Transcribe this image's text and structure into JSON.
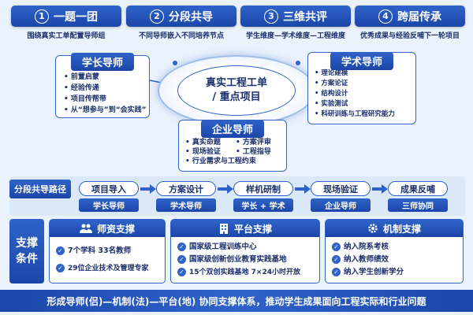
{
  "pillars": [
    {
      "num": "1",
      "title": "一题一团",
      "desc": "围绕真实工单配置导师组"
    },
    {
      "num": "2",
      "title": "分段共导",
      "desc": "不同导师嵌入不同培养节点"
    },
    {
      "num": "3",
      "title": "三维共评",
      "desc": "学生维度—学术维度—工程维度"
    },
    {
      "num": "4",
      "title": "跨届传承",
      "desc": "优秀成果与经验反哺下一轮项目"
    }
  ],
  "center": {
    "line1": "真实工程工单",
    "line2": "/ 重点项目"
  },
  "senior_mentor": {
    "title": "学长导师",
    "items": [
      "前置启蒙",
      "经验传递",
      "项目传帮带",
      "从“想参与”到“会实践”"
    ]
  },
  "academic_mentor": {
    "title": "学术导师",
    "items": [
      "理论建模",
      "方案论证",
      "结构设计",
      "实验测试",
      "科研训练与工程研究能力"
    ]
  },
  "enterprise_mentor": {
    "title": "企业导师",
    "items_left": [
      "真实命题",
      "现场验证"
    ],
    "items_right": [
      "方案评审",
      "工程指导"
    ],
    "item_wide": "行业需求与工程约束"
  },
  "path": {
    "label": "分段共导路径",
    "steps": [
      "项目导入",
      "方案设计",
      "样机研制",
      "现场验证",
      "成果反哺"
    ],
    "roles": [
      "学长导师",
      "学术导师",
      "学长 + 学术",
      "企业导师",
      "三师协同"
    ]
  },
  "support": {
    "label_line1": "支撑",
    "label_line2": "条件",
    "cards": [
      {
        "title": "师资支撑",
        "icon": "people-icon",
        "items": [
          "7个学科  33名教师",
          "29位企业技术及管理专家"
        ]
      },
      {
        "title": "平台支撑",
        "icon": "building-icon",
        "items": [
          "国家级工程训练中心",
          "国家级创新创业教育实践基地",
          "15个双创实践基地  7×24小时开放"
        ]
      },
      {
        "title": "机制支撑",
        "icon": "gear-icon",
        "items": [
          "纳入院系考核",
          "纳入教师绩效",
          "纳入学生创新学分"
        ]
      }
    ]
  },
  "footer": "形成导师(侣)—机制(法)—平台(地) 协同支撑体系，推动学生成果面向工程实际和行业问题",
  "colors": {
    "primary": "#1c46a8",
    "accent": "#2f63c9",
    "background": "#eaf2fb"
  }
}
